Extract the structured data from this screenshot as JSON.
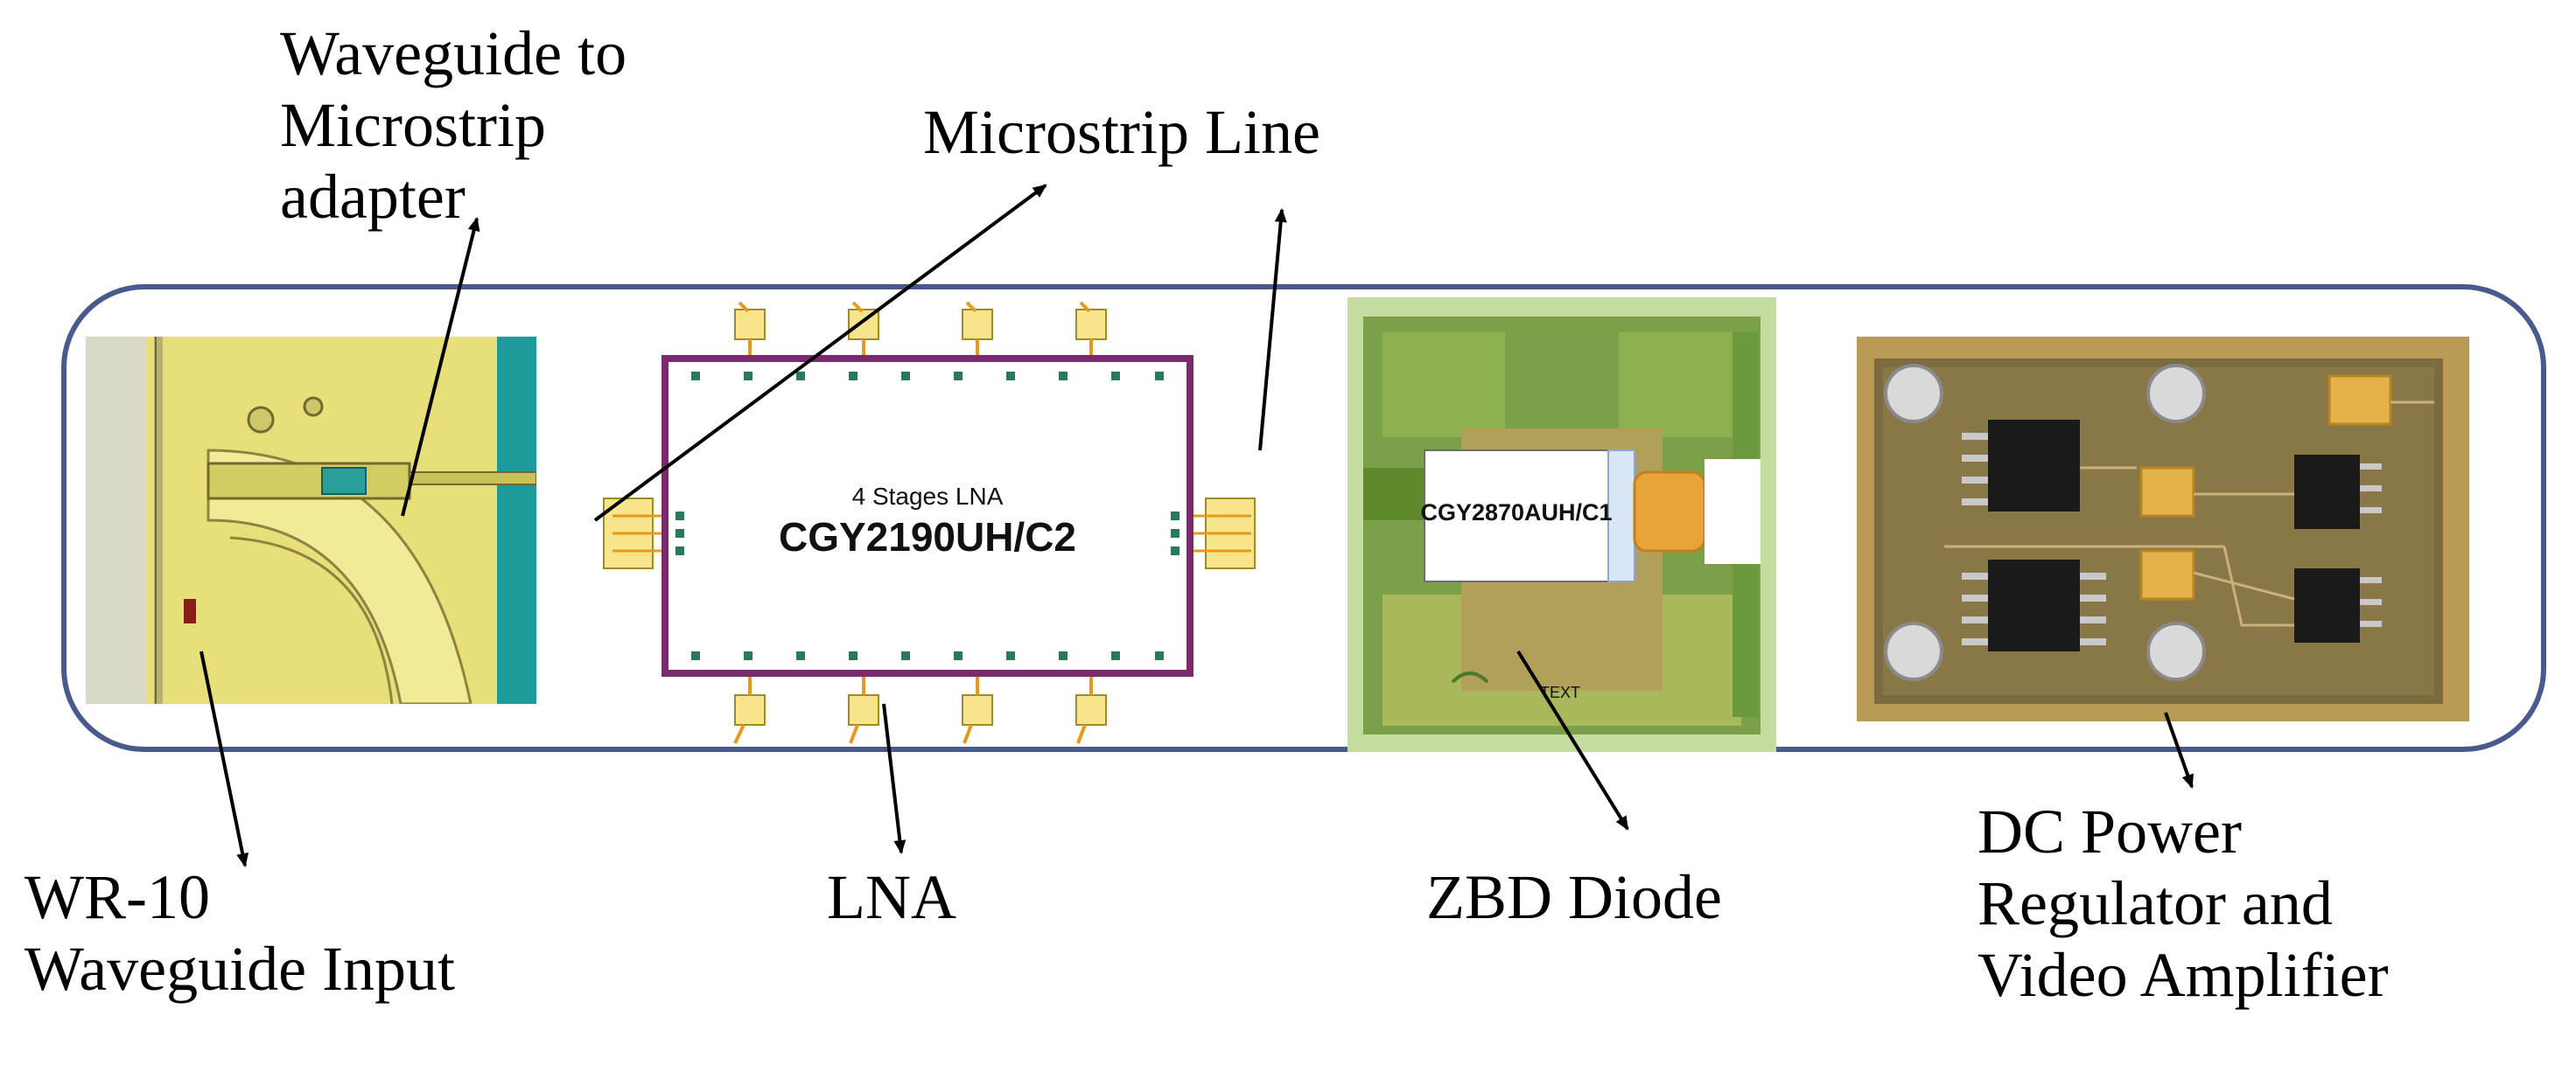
{
  "labels": {
    "waveguide_adapter": [
      "Waveguide to",
      "Microstrip",
      "adapter"
    ],
    "microstrip_line": "Microstrip Line",
    "wr10_input": [
      "WR-10",
      "Waveguide Input"
    ],
    "lna": "LNA",
    "zbd_diode": "ZBD Diode",
    "dc_power": [
      "DC Power",
      "Regulator and",
      "Video Amplifier"
    ]
  },
  "lna_chip": {
    "subtitle": "4 Stages LNA",
    "part_number": "CGY2190UH/C2"
  },
  "zbd_chip": {
    "part_number": "CGY2870AUH/C1"
  },
  "colors": {
    "frame": "#4a5a8c",
    "lna_border": "#7b2a6e",
    "waveguide_yellow": "#e8df7a",
    "waveguide_teal": "#1e9a9a",
    "zbd_green": "#a9c95a",
    "pcb_gold": "#b89a55"
  }
}
